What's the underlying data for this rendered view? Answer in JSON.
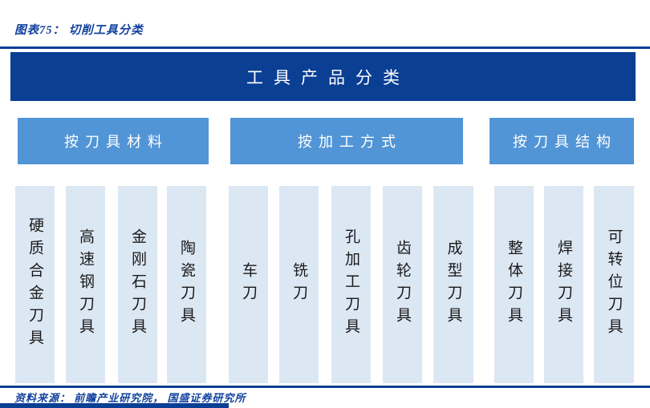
{
  "figure": {
    "title": "图表75： 切削工具分类",
    "source": "资料来源： 前瞻产业研究院， 国盛证券研究所"
  },
  "tree": {
    "root": "工具产品分类",
    "groups": [
      {
        "label": "按刀具材料",
        "items": [
          {
            "label": "硬质合金刀具"
          },
          {
            "label": "高速钢刀具"
          },
          {
            "label": "金刚石刀具"
          },
          {
            "label": "陶瓷刀具"
          }
        ]
      },
      {
        "label": "按加工方式",
        "items": [
          {
            "label": "车刀"
          },
          {
            "label": "铣刀"
          },
          {
            "label": "孔加工刀具"
          },
          {
            "label": "齿轮刀具"
          },
          {
            "label": "成型刀具"
          }
        ]
      },
      {
        "label": "按刀具结构",
        "items": [
          {
            "label": "整体刀具"
          },
          {
            "label": "焊接刀具"
          },
          {
            "label": "可转位刀具"
          }
        ]
      }
    ]
  },
  "colors": {
    "navy": "#0A3F94",
    "category_blue": "#5295D6",
    "leaf_blue": "#DCE7F4",
    "title_text": "#12419F",
    "leaf_text": "#1A1A1A"
  }
}
